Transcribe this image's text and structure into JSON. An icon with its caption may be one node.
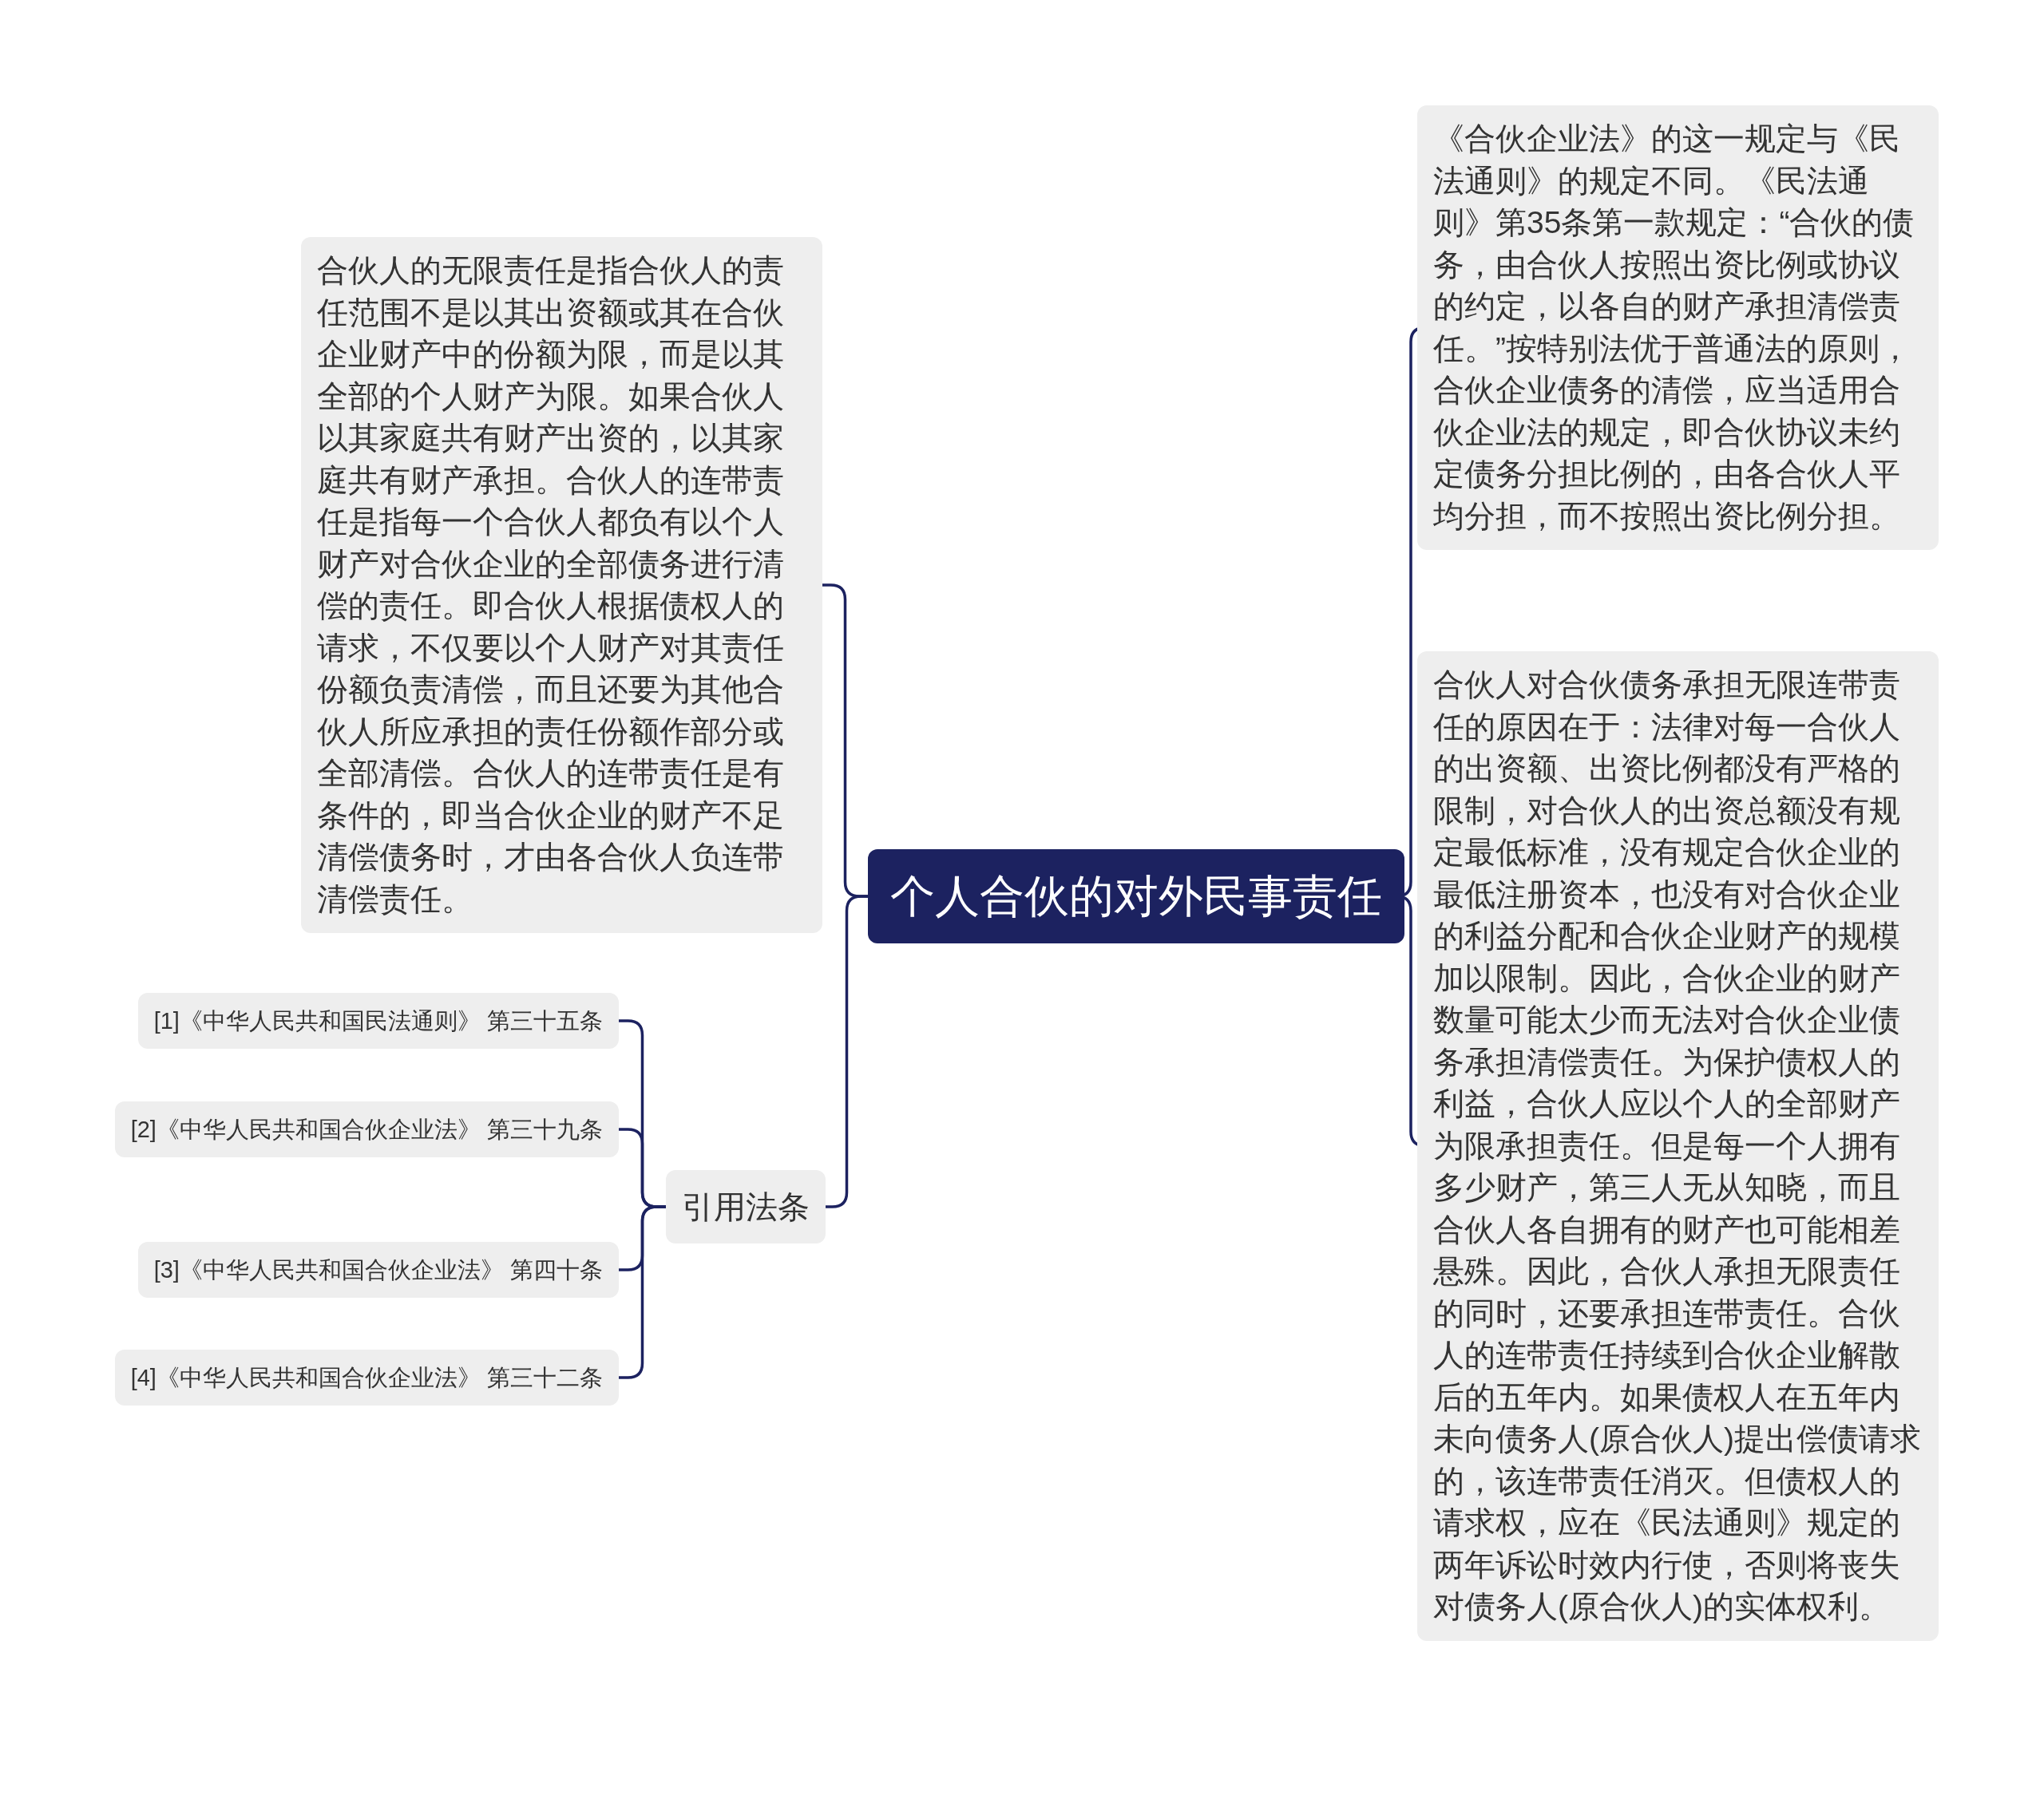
{
  "diagram": {
    "nodes": [
      {
        "text": [
          "个人合伙的对外民事责任"
        ]
      },
      {
        "text": [
          "合伙人的无限责任是指合伙人的责任范围不是以其出资额或其在合伙企业财产中的份额为限，而是以其全部的个人财产为限。如果合伙人以其家庭共有财产出资的，以其家庭共有财产承担。合伙人的连带责任是指每一个合伙人都负有以个人财产对合伙企业的全部债务进行清偿的责任。即合伙人根据债权人的请求，不仅要以个人财产对其责任份额负责清偿，而且还要为其他合伙人所应承担的责任份额作部分或全部清偿。合伙人的连带责任是有条件的，即当合伙企业的财产不足清偿债务时，才由各合伙人负连带清偿责任。"
        ]
      },
      {
        "text": [
          "引用法条"
        ]
      },
      {
        "text": [
          "[1]《中华人民共和国民法通则》 第三十五条"
        ]
      },
      {
        "text": [
          "[2]《中华人民共和国合伙企业法》 第三十九条"
        ]
      },
      {
        "text": [
          "[3]《中华人民共和国合伙企业法》 第四十条"
        ]
      },
      {
        "text": [
          "[4]《中华人民共和国合伙企业法》 第三十二条"
        ]
      },
      {
        "text": [
          "《合伙企业法》的这一规定与《民法通则》的规定不同。《民法通则》第35条第一款规定：“合伙的债务，由合伙人按照出资比例或协议的约定，以各自的财产承担清偿责任。”按特别法优于普通法的原则，合伙企业债务的清偿，应当适用合伙企业法的规定，即合伙协议未约定债务分担比例的，由各合伙人平均分担，而不按照出资比例分担。"
        ]
      },
      {
        "text": [
          "合伙人对合伙债务承担无限连带责任的原因在于：法律对每一合伙人的出资额、出资比例都没有严格的限制，对合伙人的出资总额没有规定最低标准，没有规定合伙企业的最低注册资本，也没有对合伙企业的利益分配和合伙企业财产的规模加以限制。因此，合伙企业的财产数量可能太少而无法对合伙企业债务承担清偿责任。为保护债权人的利益，合伙人应以个人的全部财产为限承担责任。但是每一个人拥有多少财产，第三人无从知晓，而且合伙人各自拥有的财产也可能相差悬殊。因此，合伙人承担无限责任的同时，还要承担连带责任。合伙人的连带责任持续到合伙企业解散后的五年内。如果债权人在五年内未向债务人(原合伙人)提出偿债请求的，该连带责任消灭。但债权人的请求权，应在《民法通则》规定的两年诉讼时效内行使，否则将丧失对债务人(原合伙人)的实体权利。"
        ]
      }
    ],
    "edges": [
      {
        "from": 0,
        "to": 1,
        "arrow": "none"
      },
      {
        "from": 0,
        "to": 2,
        "arrow": "none"
      },
      {
        "from": 2,
        "to": 3,
        "arrow": "none"
      },
      {
        "from": 2,
        "to": 4,
        "arrow": "none"
      },
      {
        "from": 2,
        "to": 5,
        "arrow": "none"
      },
      {
        "from": 2,
        "to": 6,
        "arrow": "none"
      },
      {
        "from": 0,
        "to": 7,
        "arrow": "none"
      },
      {
        "from": 0,
        "to": 8,
        "arrow": "none"
      }
    ]
  }
}
